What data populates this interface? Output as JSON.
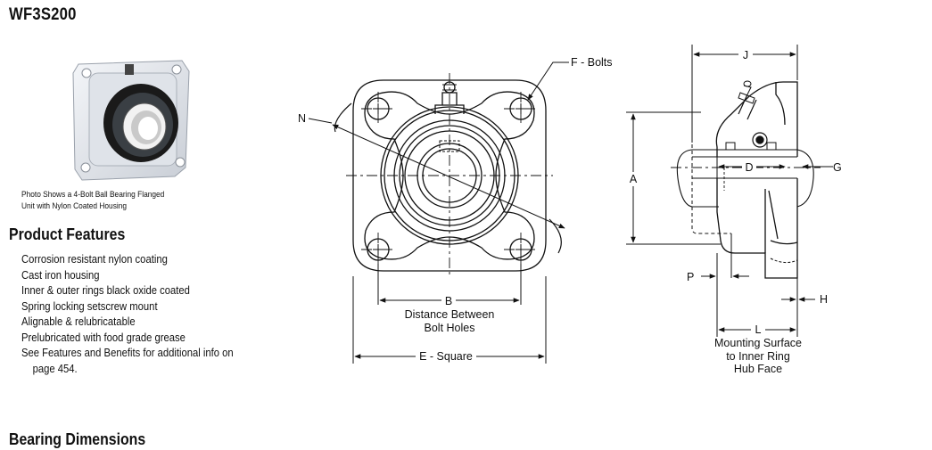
{
  "title": "WF3S200",
  "photo": {
    "caption_line1": "Photo Shows a 4-Bolt Ball Bearing Flanged",
    "caption_line2": "Unit with Nylon Coated Housing",
    "housing_color": "#e6e9ee",
    "insert_color": "#1a1a1a"
  },
  "product_features": {
    "heading": "Product Features",
    "items": [
      "Corrosion resistant nylon coating",
      "Cast iron housing",
      "Inner & outer rings black oxide coated",
      "Spring locking setscrew mount",
      "Alignable & relubricatable",
      "Prelubricated with food grade grease",
      "See Features and Benefits for additional info on",
      "page 454."
    ]
  },
  "drawing_labels": {
    "f_bolts": "F - Bolts",
    "n": "N",
    "b": "B",
    "b_caption_line1": "Distance Between",
    "b_caption_line2": "Bolt Holes",
    "e_square": "E - Square",
    "j": "J",
    "a": "A",
    "d": "D",
    "g": "G",
    "p": "P",
    "h": "H",
    "l": "L",
    "l_caption_line1": "Mounting Surface",
    "l_caption_line2": "to Inner Ring",
    "l_caption_line3": "Hub Face"
  },
  "bearing_dimensions": {
    "heading": "Bearing Dimensions"
  }
}
